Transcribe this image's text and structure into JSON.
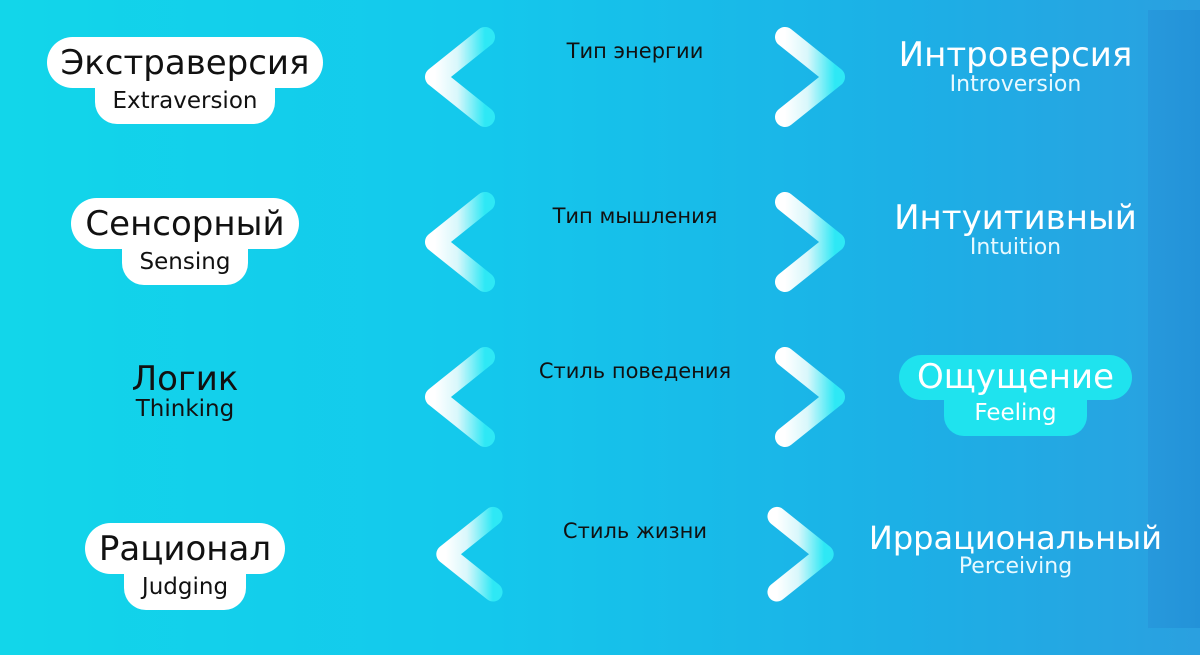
{
  "rows": [
    {
      "left_main": "Экстраверсия",
      "left_sub": "Extraversion",
      "caption": "Тип энергии",
      "right_main": "Интроверсия",
      "right_sub": "Introversion"
    },
    {
      "left_main": "Сенсорный",
      "left_sub": "Sensing",
      "caption": "Тип мышления",
      "right_main": "Интуитивный",
      "right_sub": "Intuition"
    },
    {
      "left_main": "Логик",
      "left_sub": "Thinking",
      "caption": "Стиль поведения",
      "right_main": "Ощущение",
      "right_sub": "Feeling"
    },
    {
      "left_main": "Рационал",
      "left_sub": "Judging",
      "caption": "Стиль жизни",
      "right_main": "Иррациональный",
      "right_sub": "Perceiving"
    }
  ],
  "colors": {
    "arrow_left": "#ffffff",
    "arrow_right": "#2ee8f5",
    "highlight": "#1fe3ee"
  }
}
